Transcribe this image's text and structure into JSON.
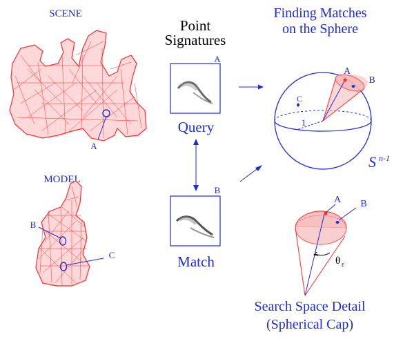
{
  "labels": {
    "scene": "SCENE",
    "model": "MODEL",
    "point_signatures_line1": "Point",
    "point_signatures_line2": "Signatures",
    "finding_line1": "Finding Matches",
    "finding_line2": "on the Sphere",
    "query": "Query",
    "match": "Match",
    "box_a": "A",
    "box_b": "B",
    "scene_a": "A",
    "model_b": "B",
    "model_c": "C",
    "sphere_a": "A",
    "sphere_b": "B",
    "sphere_c": "C",
    "sphere_one": "1",
    "sphere_s": "S",
    "sphere_exp": "n-1",
    "cap_a": "A",
    "cap_b": "B",
    "theta": "θ",
    "theta_sub": "ε",
    "search_line1": "Search Space Detail",
    "search_line2": "(Spherical Cap)"
  },
  "colors": {
    "mesh": "#ff2a2a",
    "accent": "#1f2bd6",
    "cap_fill": "#f5b8b8"
  }
}
